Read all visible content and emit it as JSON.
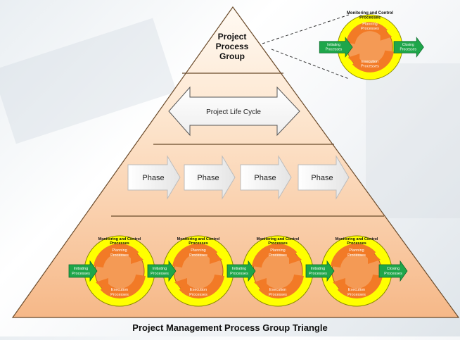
{
  "caption": "Project Management Process Group Triangle",
  "apex": {
    "line1": "Project",
    "line2": "Process",
    "line3": "Group"
  },
  "life_cycle": {
    "label": "Project Life Cycle"
  },
  "phases": [
    "Phase",
    "Phase",
    "Phase",
    "Phase"
  ],
  "process_group": {
    "monitoring_line1": "Monitoring and Control",
    "monitoring_line2": "Processes",
    "planning_line1": "Planning",
    "planning_line2": "Processes",
    "execution_line1": "Execution",
    "execution_line2": "Processes",
    "initiating_line1": "Initiating",
    "initiating_line2": "Processes",
    "closing_line1": "Closing",
    "closing_line2": "Processes"
  },
  "colors": {
    "pyramid_top": "#fffaf3",
    "pyramid_bottom": "#f6b888",
    "ring": "#ffff00",
    "cycle_arrow": "#f27a26",
    "side_arrow": "#1ea64a"
  }
}
